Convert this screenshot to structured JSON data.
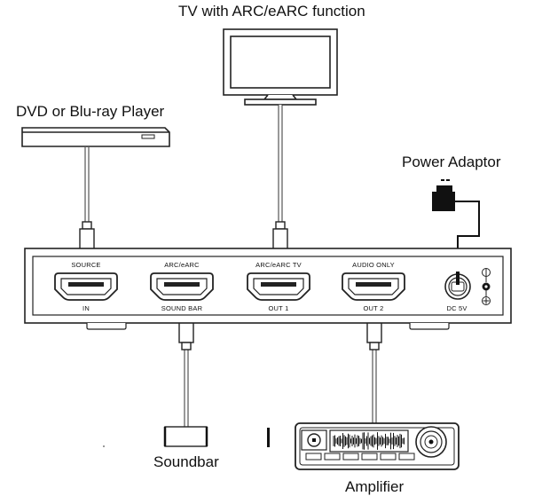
{
  "devices": {
    "tv": "TV with ARC/eARC function",
    "player": "DVD or Blu-ray Player",
    "power": "Power Adaptor",
    "soundbar": "Soundbar",
    "amplifier": "Amplifier"
  },
  "ports_top": [
    "SOURCE",
    "ARC/eARC",
    "ARC/eARC TV",
    "AUDIO ONLY"
  ],
  "ports_bottom": [
    "IN",
    "SOUND BAR",
    "OUT 1",
    "OUT 2",
    "DC 5V"
  ]
}
